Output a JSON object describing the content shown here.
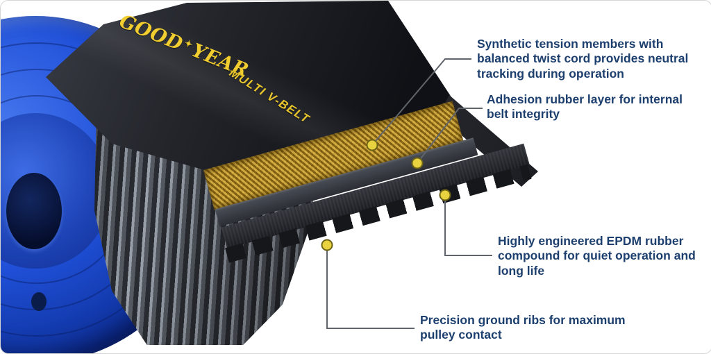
{
  "diagram": {
    "brand": {
      "part1": "GOOD",
      "part2": "YEAR"
    },
    "product_label": "MULTI V-BELT",
    "callouts": [
      "Synthetic tension members with balanced twist cord provides neutral tracking during operation",
      "Adhesion rubber layer for internal belt integrity",
      "Highly engineered EPDM rubber compound for quiet operation and long life",
      "Precision ground ribs for maximum pulley contact"
    ],
    "icons": {
      "wingfoot": "✦"
    },
    "colors": {
      "callout_text": "#1d3f6e",
      "callout_line": "#60656c",
      "callout_dot": "#e8d23f",
      "pulley_blue": "#1f4fd0",
      "belt_black": "#1b1d22",
      "cord_gold": "#c9a238",
      "brand_gold": "#f1cd2f"
    }
  }
}
